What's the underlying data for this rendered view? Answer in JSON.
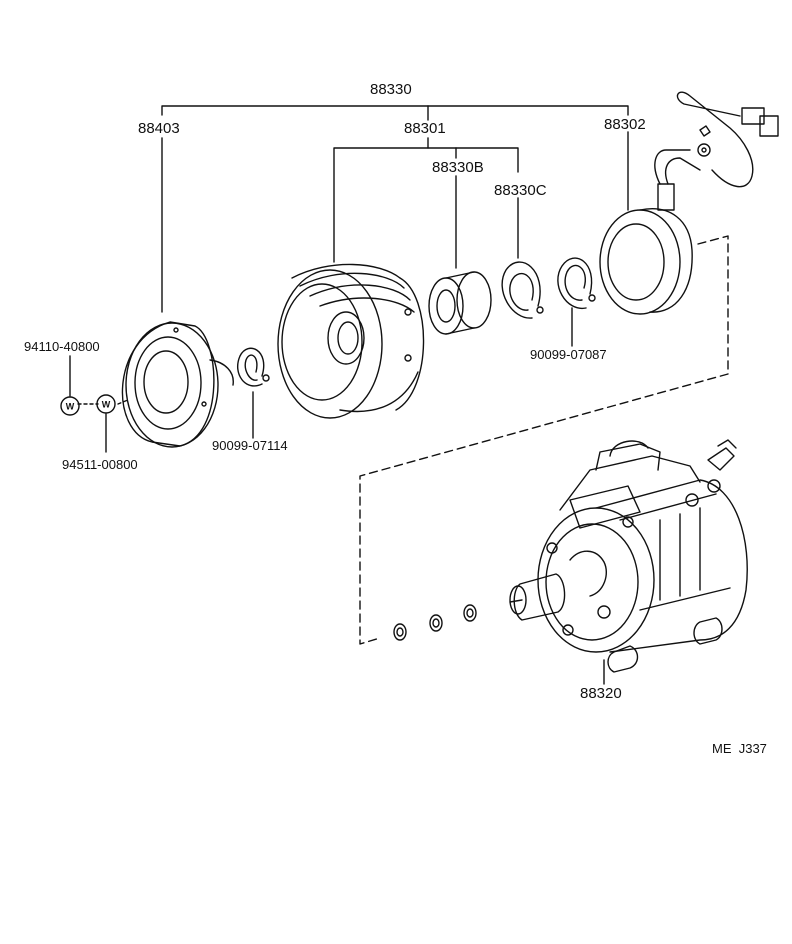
{
  "labels": {
    "assembly": "88330",
    "clutch_hub": "88403",
    "pulley": "88301",
    "bearing": "88330B",
    "snap_ring_c": "88330C",
    "stator": "88302",
    "bolt": "94110-40800",
    "washer": "94511-00800",
    "snap_ring_hub": "90099-07114",
    "snap_ring_stator": "90099-07087",
    "compressor": "88320",
    "reference": "ME  J337"
  },
  "washer_symbol": "W",
  "colors": {
    "ink": "#111111",
    "paper": "#ffffff"
  }
}
